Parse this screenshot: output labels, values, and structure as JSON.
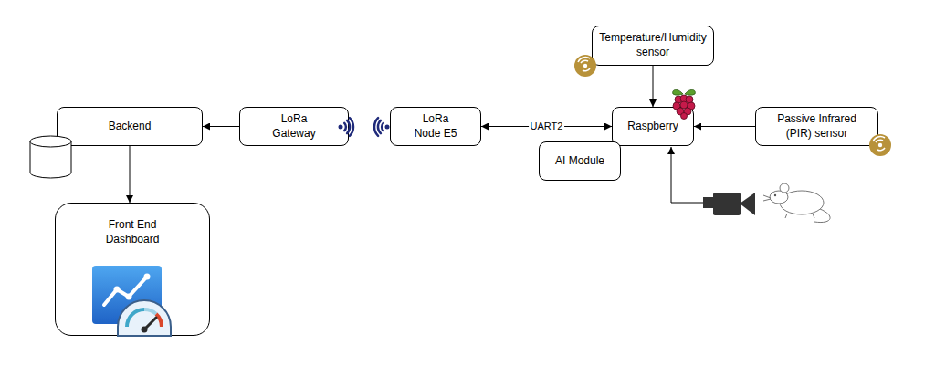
{
  "diagram": {
    "nodes": [
      {
        "text": [
          "Temperature/Humidity sensor"
        ]
      },
      {
        "text": [
          "Backend"
        ]
      },
      {
        "text": [
          "LoRa Gateway"
        ]
      },
      {
        "text": [
          "LoRa Node E5"
        ]
      },
      {
        "text": [
          "Raspberry"
        ]
      },
      {
        "text": [
          "Passive Infrared (PIR) sensor"
        ]
      },
      {
        "text": [
          "AI Module"
        ]
      },
      {
        "text": [
          "Front End Dashboard"
        ]
      }
    ],
    "edges": [
      {
        "from": 0,
        "to": 4,
        "arrow": "to"
      },
      {
        "from": 2,
        "to": 1,
        "arrow": "to"
      },
      {
        "from": 3,
        "to": 4,
        "label": "UART2",
        "arrow": "both"
      },
      {
        "from": 5,
        "to": 4,
        "arrow": "to"
      },
      {
        "from": 1,
        "to": 7,
        "arrow": "to"
      }
    ]
  }
}
